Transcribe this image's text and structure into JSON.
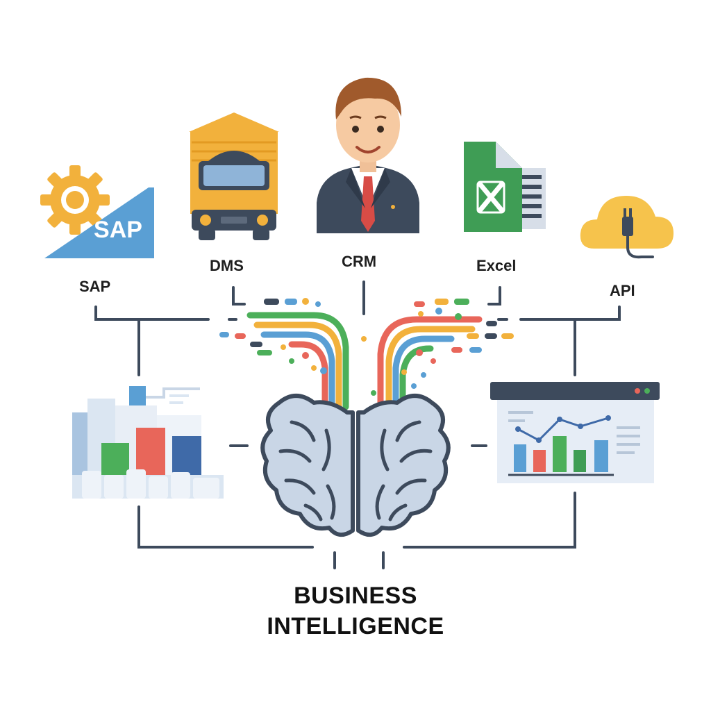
{
  "sources": [
    {
      "label": "SAP",
      "logo_text": "SAP",
      "icon": "sap-gear-logo-icon"
    },
    {
      "label": "DMS",
      "icon": "delivery-truck-icon"
    },
    {
      "label": "CRM",
      "icon": "businessman-avatar-icon"
    },
    {
      "label": "Excel",
      "icon": "excel-spreadsheet-icon"
    },
    {
      "label": "API",
      "icon": "cloud-plug-icon"
    }
  ],
  "center": {
    "icon": "brain-icon"
  },
  "outputs": [
    {
      "icon": "bar-chart-report-icon"
    },
    {
      "icon": "dashboard-window-icon"
    }
  ],
  "title": {
    "line1": "BUSINESS",
    "line2": "INTELLIGENCE"
  },
  "colors": {
    "line": "#3d4a5c",
    "blue": "#5a9fd4",
    "green": "#4caf5a",
    "red": "#e8665a",
    "orange": "#f2b13c",
    "brain": "#c9d6e6"
  }
}
